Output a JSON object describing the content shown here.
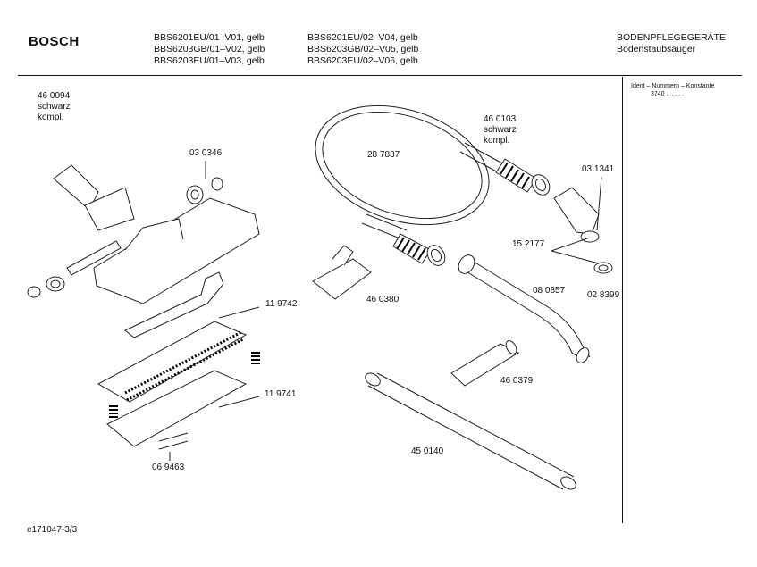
{
  "header": {
    "brand": "BOSCH",
    "models_col1": [
      "BBS6201EU/01–V01, gelb",
      "BBS6203GB/01–V02, gelb",
      "BBS6203EU/01–V03, gelb"
    ],
    "models_col2": [
      "BBS6201EU/02–V04, gelb",
      "BBS6203GB/02–V05, gelb",
      "BBS6203EU/02–V06, gelb"
    ],
    "category": "BODENPFLEGEGERÄTE",
    "subcategory": "Bodenstaubsauger"
  },
  "ident": {
    "title": "Ident – Nummern – Konstante",
    "value": "3740  ..   . . . ."
  },
  "parts": [
    {
      "id": "p1",
      "text": "46 0094\nschwarz\nkompl."
    },
    {
      "id": "p2",
      "text": "03 0346"
    },
    {
      "id": "p3",
      "text": "28 7837"
    },
    {
      "id": "p4",
      "text": "46 0103\nschwarz\nkompl."
    },
    {
      "id": "p5",
      "text": "03 1341"
    },
    {
      "id": "p6",
      "text": "15 2177"
    },
    {
      "id": "p7",
      "text": "08 0857"
    },
    {
      "id": "p8",
      "text": "02 8399"
    },
    {
      "id": "p9",
      "text": "46 0380"
    },
    {
      "id": "p10",
      "text": "11 9742"
    },
    {
      "id": "p11",
      "text": "11 9741"
    },
    {
      "id": "p12",
      "text": "46 0379"
    },
    {
      "id": "p13",
      "text": "06 9463"
    },
    {
      "id": "p14",
      "text": "45 0140"
    }
  ],
  "footer": "e171047-3/3"
}
